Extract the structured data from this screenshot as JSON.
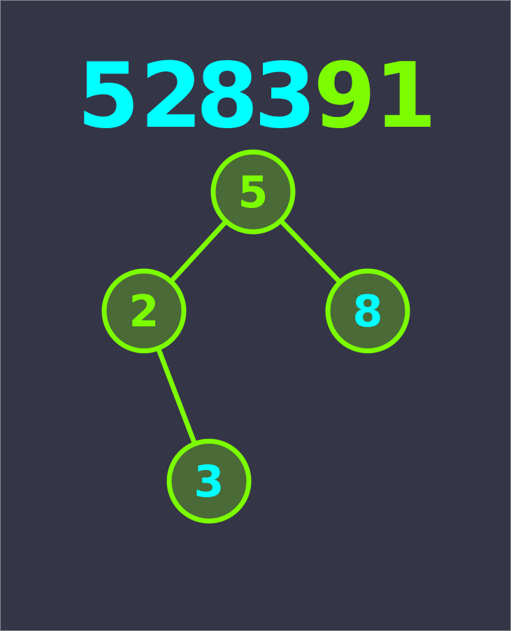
{
  "colors": {
    "background": "#353548",
    "frame": "#8a8a8a",
    "cyan": "#00ffff",
    "green": "#7cfc00",
    "node_fill": "#4a6a38",
    "edge": "#7cfc00"
  },
  "sequence": [
    {
      "label": "5",
      "state": "placed"
    },
    {
      "label": "2",
      "state": "placed"
    },
    {
      "label": "8",
      "state": "placed"
    },
    {
      "label": "3",
      "state": "placed"
    },
    {
      "label": "9",
      "state": "pending"
    },
    {
      "label": "1",
      "state": "pending"
    }
  ],
  "tree": {
    "nodes": [
      {
        "id": "n5",
        "label": "5",
        "state": "current"
      },
      {
        "id": "n2",
        "label": "2",
        "state": "current"
      },
      {
        "id": "n8",
        "label": "8",
        "state": "placed"
      },
      {
        "id": "n3",
        "label": "3",
        "state": "placed"
      }
    ],
    "edges": [
      {
        "from": "n5",
        "to": "n2"
      },
      {
        "from": "n5",
        "to": "n8"
      },
      {
        "from": "n2",
        "to": "n3"
      }
    ]
  }
}
